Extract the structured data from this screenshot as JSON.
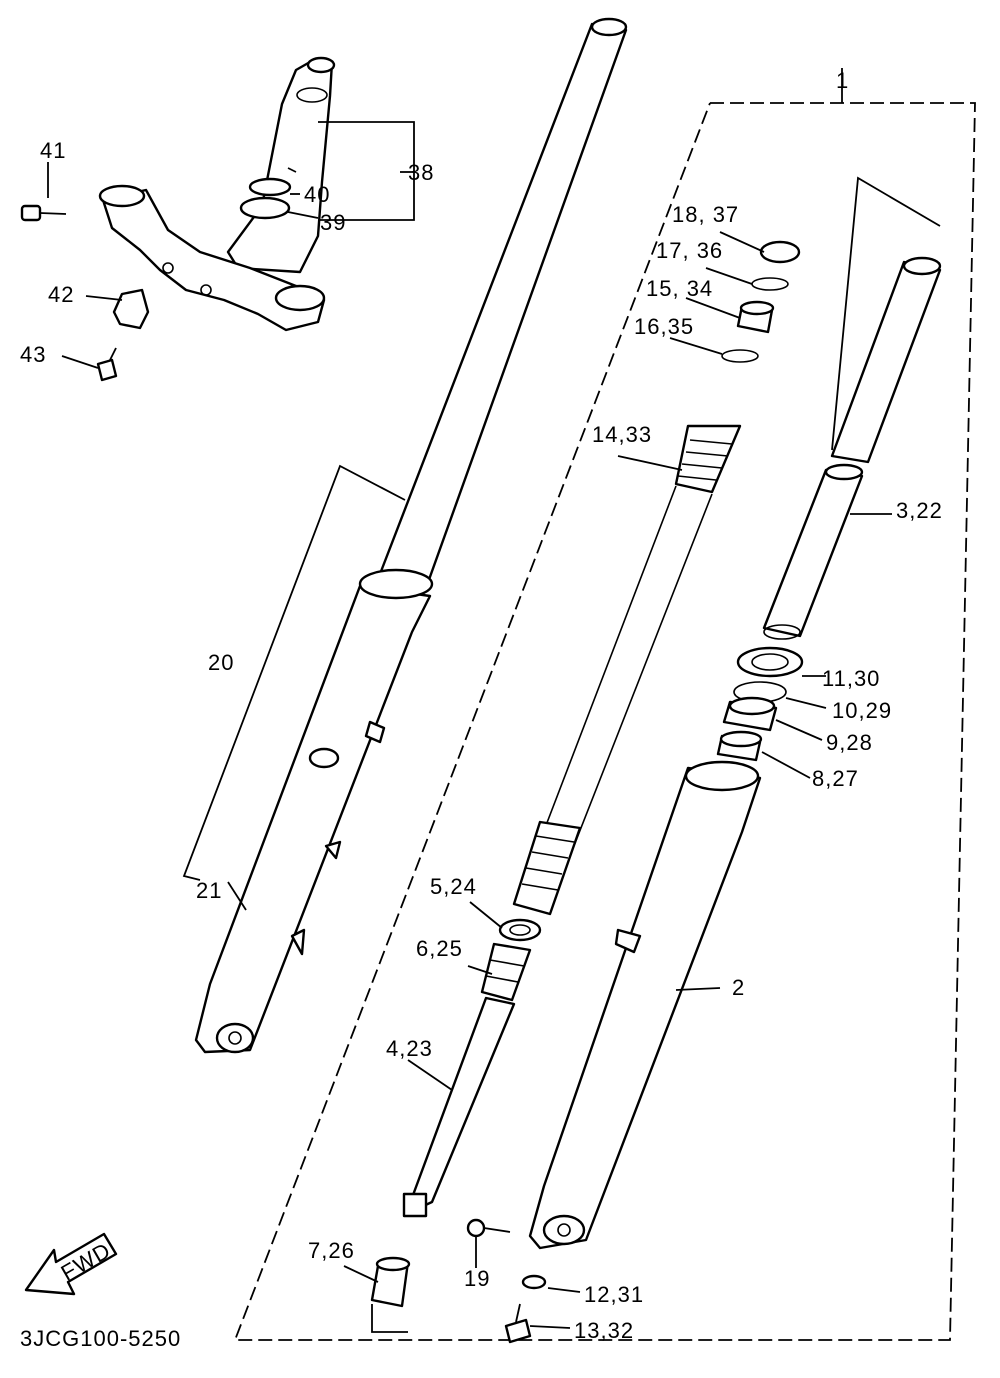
{
  "labels": {
    "p1": "1",
    "p2": "2",
    "p3_22": "3,22",
    "p4_23": "4,23",
    "p5_24": "5,24",
    "p6_25": "6,25",
    "p7_26": "7,26",
    "p8_27": "8,27",
    "p9_28": "9,28",
    "p10_29": "10,29",
    "p11_30": "11,30",
    "p12_31": "12,31",
    "p13_32": "13,32",
    "p14_33": "14,33",
    "p15_34": "15, 34",
    "p16_35": "16,35",
    "p17_36": "17, 36",
    "p18_37": "18, 37",
    "p19": "19",
    "p20": "20",
    "p21": "21",
    "p38": "38",
    "p39": "39",
    "p40": "40",
    "p41": "41",
    "p42": "42",
    "p43": "43"
  },
  "fwd_badge": "FWD",
  "diagram_code": "3JCG100-5250"
}
